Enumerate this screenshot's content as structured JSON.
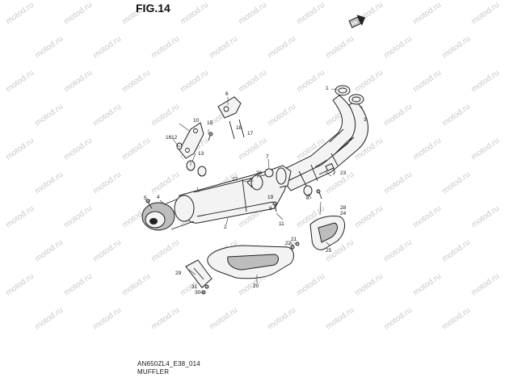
{
  "figure": {
    "title": "FIG.14",
    "code": "AN650ZL4_E38_014",
    "name": "MUFFLER"
  },
  "watermark": {
    "text": "motod.ru"
  },
  "icons": {
    "front_arrow": "arrow-fr-icon",
    "front_text": "FR"
  },
  "callouts": [
    "1",
    "2",
    "3",
    "4",
    "5",
    "6",
    "7",
    "8",
    "9",
    "10",
    "11",
    "12",
    "13",
    "15",
    "16",
    "17",
    "18",
    "19",
    "20",
    "21",
    "22",
    "23",
    "24",
    "25",
    "26",
    "27",
    "28",
    "29",
    "30",
    "31"
  ]
}
